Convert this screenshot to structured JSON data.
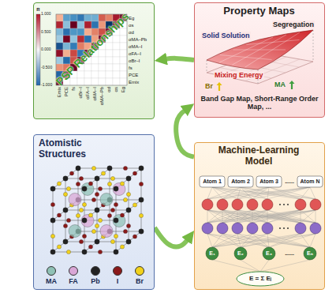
{
  "diagram": {
    "nodes": [
      {
        "text": [
          "PSP Relationships"
        ]
      },
      {
        "text": [
          "Property Maps",
          "Band Gap Map, Short-Range Order Map, ..."
        ]
      },
      {
        "text": [
          "Atomistic Structures"
        ]
      },
      {
        "text": [
          "Machine-Learning Model"
        ]
      }
    ],
    "edges": [
      {
        "from": 2,
        "to": 3,
        "arrow": "to"
      },
      {
        "from": 3,
        "to": 1,
        "arrow": "to"
      },
      {
        "from": 1,
        "to": 0,
        "arrow": "to"
      }
    ],
    "labels": [
      "R",
      "1.000",
      "0.500",
      "0.000",
      "-0.500",
      "-1.000",
      "Eg",
      "αs",
      "αd",
      "αMA–Pb",
      "αMA–I",
      "αFA–I",
      "αBr–I",
      "fs",
      "PCE",
      "Emix",
      "Emix",
      "PCE",
      "fs",
      "αBr–I",
      "αFA–I",
      "αMA–I",
      "αMA–Pb",
      "αd",
      "αs",
      "Eg",
      "Segregation",
      "Solid Solution",
      "Mixing Energy",
      "Br",
      "MA",
      "Atom 1",
      "Atom 2",
      "Atom 3",
      "......",
      "Atom N",
      "E₁",
      "E₂",
      "E₃",
      "......",
      "Eₙ",
      "E = Σ Eᵢ"
    ],
    "legend": [
      {
        "text": "MA",
        "color": "#8fc1b5"
      },
      {
        "text": "FA",
        "color": "#d9a6d6"
      },
      {
        "text": "Pb",
        "color": "#222222"
      },
      {
        "text": "I",
        "color": "#8b1a1a"
      },
      {
        "text": "Br",
        "color": "#f2d21b"
      }
    ]
  }
}
